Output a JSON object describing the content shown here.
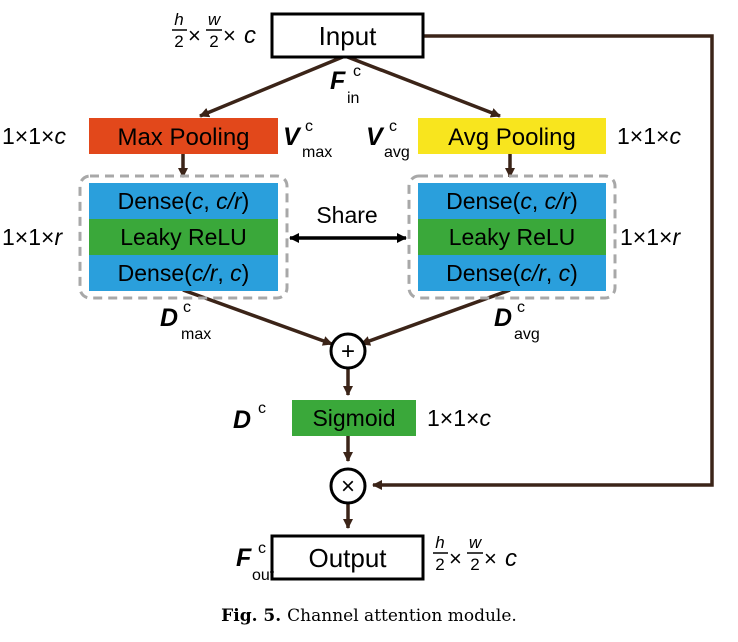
{
  "nodes": {
    "input": "Input",
    "output": "Output",
    "max_pooling": "Max Pooling",
    "avg_pooling": "Avg Pooling",
    "dense1": {
      "a": "Dense(",
      "b": "c",
      "c": ", ",
      "d": "c/r",
      "e": ")"
    },
    "leaky": "Leaky ReLU",
    "dense2": {
      "a": "Dense(",
      "b": "c/r",
      "c": ", ",
      "d": "c",
      "e": ")"
    },
    "sigmoid": "Sigmoid",
    "sum_symbol": "+",
    "mult_symbol": "×"
  },
  "labels": {
    "share": "Share",
    "dim_c": {
      "prefix": "1×1×",
      "var": "c"
    },
    "dim_r": {
      "prefix": "1×1×",
      "var": "r"
    },
    "frac": {
      "h": "h",
      "w": "w",
      "den": "2",
      "times": "×",
      "c": "c"
    },
    "F": "F",
    "V": "V",
    "D": "D",
    "sup_c": "c",
    "sub_in": "in",
    "sub_max": "max",
    "sub_avg": "avg",
    "sub_out": "out"
  },
  "caption": {
    "fig": "Fig. 5.",
    "text": "Channel attention module."
  },
  "colors": {
    "arrow": "#3b2418",
    "max_pool": "#e2481b",
    "avg_pool": "#f8e51e",
    "dense": "#2a9fdc",
    "leaky": "#3aa83a",
    "sigmoid": "#3aa83a",
    "dash": "#a8a8a8"
  }
}
